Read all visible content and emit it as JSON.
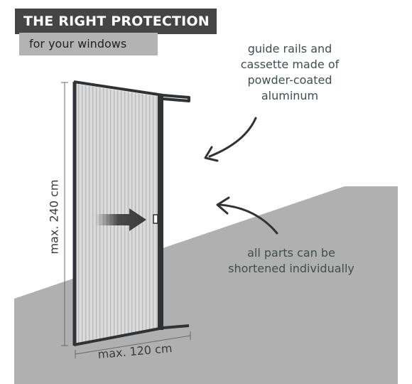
{
  "banner": {
    "title": "THE RIGHT PROTECTION",
    "subtitle": "for your windows"
  },
  "notes": {
    "rails": [
      "guide rails and",
      "cassette made of",
      "powder-coated",
      "aluminum"
    ],
    "parts": [
      "all parts can be",
      "shortened individually"
    ]
  },
  "dimensions": {
    "height": "max. 240 cm",
    "width": "max. 120 cm"
  },
  "colors": {
    "title_banner": "#454545",
    "subtitle_banner": "#b3b3b3",
    "floor": "#b0b0b0",
    "frame": "#2f3335",
    "mesh": "#d3d3d3",
    "text": "#3f4f4f"
  }
}
